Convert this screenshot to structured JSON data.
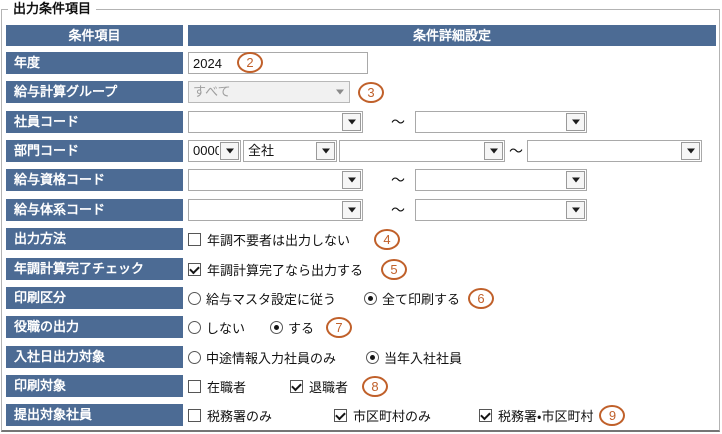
{
  "title": "出力条件項目",
  "colors": {
    "header_bg": "#4c6b94",
    "annotation": "#c0602a"
  },
  "header": {
    "left": "条件項目",
    "right": "条件詳細設定"
  },
  "range_separator": "～",
  "rows": {
    "year": {
      "label": "年度",
      "value": "2024",
      "badge": "2"
    },
    "payroll_group": {
      "label": "給与計算グループ",
      "value": "すべて",
      "state": "disabled",
      "badge": "3"
    },
    "employee_code": {
      "label": "社員コード",
      "from_value": "",
      "to_value": ""
    },
    "department_code": {
      "label": "部門コード",
      "code_value": "0000",
      "name_value": "全社",
      "from_value": "",
      "to_value": ""
    },
    "qualification_code": {
      "label": "給与資格コード",
      "from_value": "",
      "to_value": ""
    },
    "system_code": {
      "label": "給与体系コード",
      "from_value": "",
      "to_value": ""
    },
    "output_method": {
      "label": "出力方法",
      "badge": "4",
      "options": [
        {
          "text": "年調不要者は出力しない",
          "state": "unchecked"
        }
      ]
    },
    "yearend_check": {
      "label": "年調計算完了チェック",
      "badge": "5",
      "options": [
        {
          "text": "年調計算完了なら出力する",
          "state": "checked"
        }
      ]
    },
    "print_class": {
      "label": "印刷区分",
      "badge": "6",
      "options": [
        {
          "text": "給与マスタ設定に従う",
          "state": "unselected"
        },
        {
          "text": "全て印刷する",
          "state": "selected"
        }
      ]
    },
    "position_output": {
      "label": "役職の出力",
      "badge": "7",
      "options": [
        {
          "text": "しない",
          "state": "unselected"
        },
        {
          "text": "する",
          "state": "selected"
        }
      ]
    },
    "hire_date": {
      "label": "入社日出力対象",
      "options": [
        {
          "text": "中途情報入力社員のみ",
          "state": "unselected"
        },
        {
          "text": "当年入社社員",
          "state": "selected"
        }
      ]
    },
    "print_target": {
      "label": "印刷対象",
      "badge": "8",
      "options": [
        {
          "text": "在職者",
          "state": "unchecked"
        },
        {
          "text": "退職者",
          "state": "checked"
        }
      ]
    },
    "submission_target": {
      "label": "提出対象社員",
      "badge": "9",
      "options": [
        {
          "text": "税務署のみ",
          "state": "unchecked"
        },
        {
          "text": "市区町村のみ",
          "state": "checked"
        },
        {
          "text": "税務署・市区町村",
          "state": "checked"
        }
      ]
    }
  }
}
